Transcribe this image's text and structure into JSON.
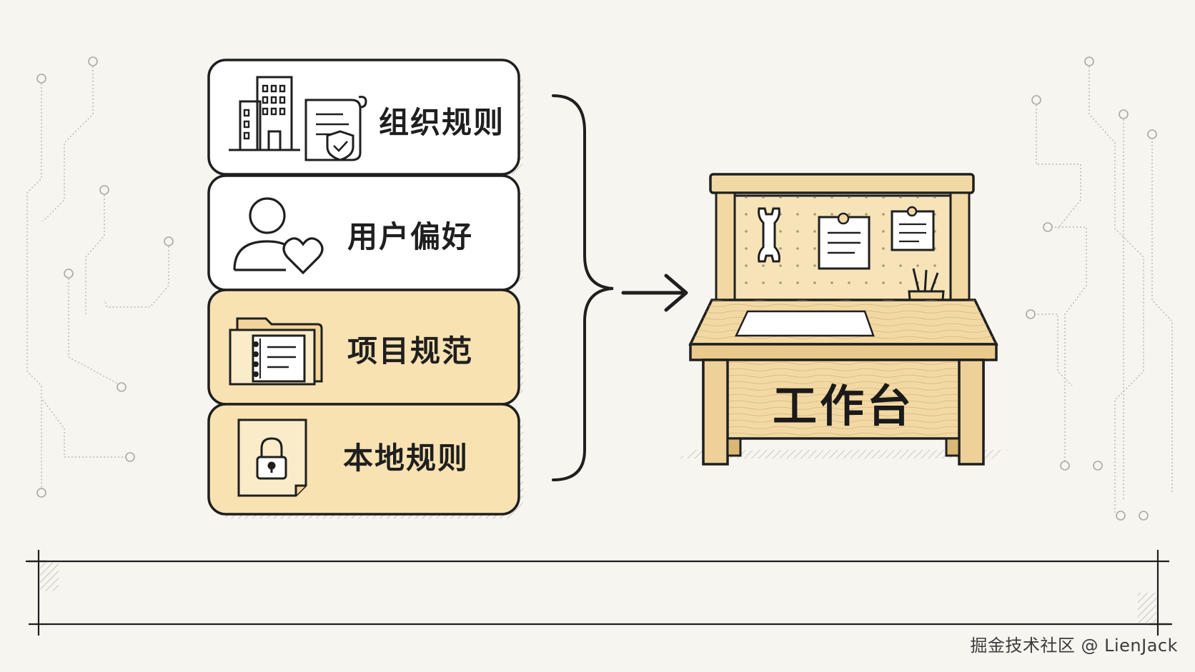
{
  "layers": [
    {
      "label": "组织规则",
      "icon": "office-building-policy-icon",
      "highlight": false
    },
    {
      "label": "用户偏好",
      "icon": "user-heart-icon",
      "highlight": false
    },
    {
      "label": "项目规范",
      "icon": "project-folder-icon",
      "highlight": true
    },
    {
      "label": "本地规则",
      "icon": "locked-document-icon",
      "highlight": true
    }
  ],
  "target": {
    "label": "工作台",
    "icon": "workbench-icon"
  },
  "watermark": "掘金技术社区 @ LienJack",
  "colors": {
    "background": "#f7f5ef",
    "card_white": "#ffffff",
    "card_highlight": "#f8e2b2",
    "stroke": "#1f1f1f",
    "wood": "#f2d9a4",
    "wood_dark": "#d9b877"
  }
}
